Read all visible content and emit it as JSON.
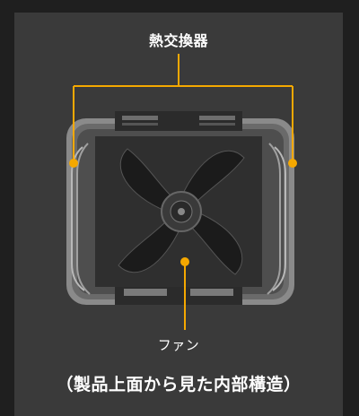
{
  "labels": {
    "heat_exchanger": "熱交換器",
    "fan": "ファン",
    "caption": "（製品上面から見た内部構造）"
  },
  "colors": {
    "callout": "#f5a800",
    "panel": "#3a3a3a",
    "background": "#1f1f1f",
    "text": "#ffffff"
  },
  "icons": {
    "fan": "fan-icon",
    "heat_exchanger": "heat-exchanger-icon"
  }
}
